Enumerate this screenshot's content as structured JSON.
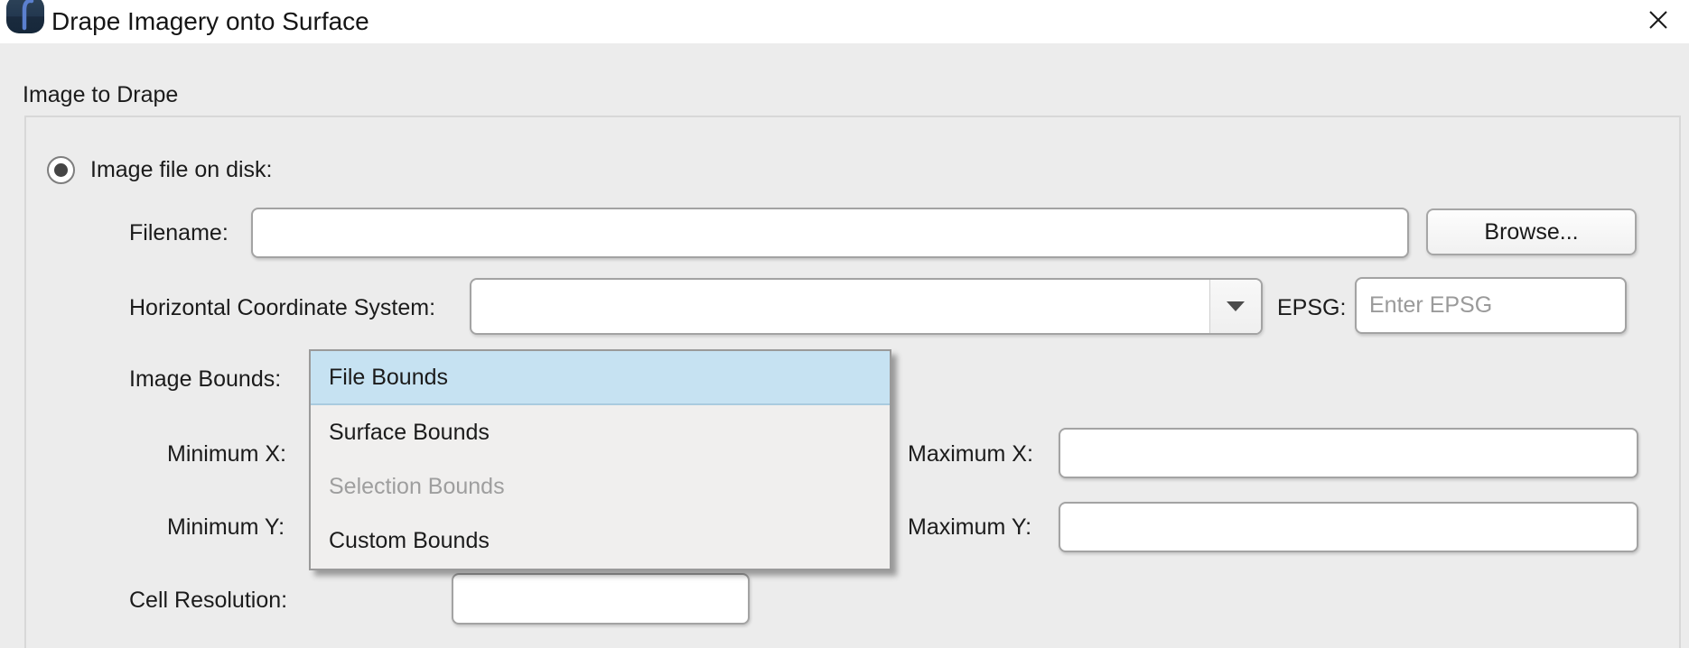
{
  "window": {
    "title": "Drape Imagery onto Surface",
    "icon": "fledermaus-app-icon",
    "close_icon": "close-x"
  },
  "group": {
    "title": "Image to Drape"
  },
  "form": {
    "radio": {
      "label": "Image file on disk:",
      "checked": true
    },
    "filename": {
      "label": "Filename:",
      "value": ""
    },
    "browse": {
      "label": "Browse..."
    },
    "hcs": {
      "label": "Horizontal Coordinate System:",
      "value": ""
    },
    "epsg": {
      "label": "EPSG:",
      "placeholder": "Enter EPSG",
      "value": ""
    },
    "image_bounds": {
      "label": "Image Bounds:"
    },
    "min_x": {
      "label": "Minimum X:"
    },
    "max_x": {
      "label": "Maximum X:",
      "value": ""
    },
    "min_y": {
      "label": "Minimum Y:"
    },
    "max_y": {
      "label": "Maximum Y:",
      "value": ""
    },
    "cell_resolution": {
      "label": "Cell Resolution:",
      "value": ""
    }
  },
  "dropdown": {
    "open_for": "Image Bounds",
    "items": [
      {
        "label": "File Bounds",
        "state": "selected"
      },
      {
        "label": "Surface Bounds",
        "state": "enabled"
      },
      {
        "label": "Selection Bounds",
        "state": "disabled"
      },
      {
        "label": "Custom Bounds",
        "state": "enabled"
      }
    ]
  },
  "colors": {
    "titlebar_bg": "#ffffff",
    "dialog_bg": "#ececec",
    "selection_blue": "#c6e2f2",
    "selection_border": "#a9cbdf",
    "input_border": "#a3a3a3",
    "groupbox_border": "#d8d8d8",
    "disabled_text": "#9e9e9e",
    "placeholder_text": "#9a9a9a",
    "icon_navy": "#243950",
    "icon_blue": "#5b80cf"
  }
}
